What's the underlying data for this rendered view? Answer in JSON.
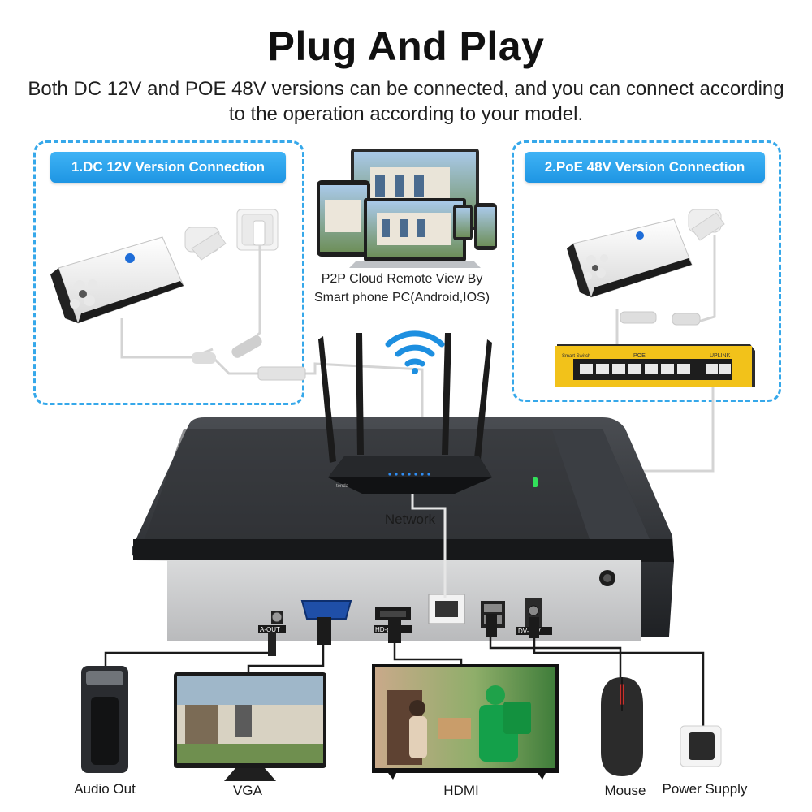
{
  "header": {
    "title": "Plug And Play",
    "subtitle": "Both DC 12V and POE 48V versions can be connected, and you can connect according to the operation according to your model."
  },
  "panels": {
    "dc": {
      "label": "1.DC 12V Version Connection"
    },
    "poe": {
      "label": "2.PoE 48V Version Connection"
    }
  },
  "remote": {
    "caption_line1": "P2P Cloud Remote View By",
    "caption_line2": "Smart phone PC(Android,IOS)"
  },
  "switch": {
    "brand": "Smart Switch",
    "poe_label": "POE",
    "uplink_label": "UPLINK"
  },
  "router": {
    "brand": "tenda"
  },
  "nvr": {
    "network_label": "Network",
    "port_audio": "A-OUT",
    "port_hdmi": "HD-port",
    "port_dc": "DV-12V"
  },
  "peripherals": {
    "audio": "Audio Out",
    "vga": "VGA",
    "hdmi": "HDMI",
    "mouse": "Mouse",
    "power": "Power Supply"
  },
  "colors": {
    "accent": "#36a8ea",
    "nvr_body": "#2a2c30",
    "switch_yellow": "#f2c21a",
    "led_green": "#32e05a"
  }
}
